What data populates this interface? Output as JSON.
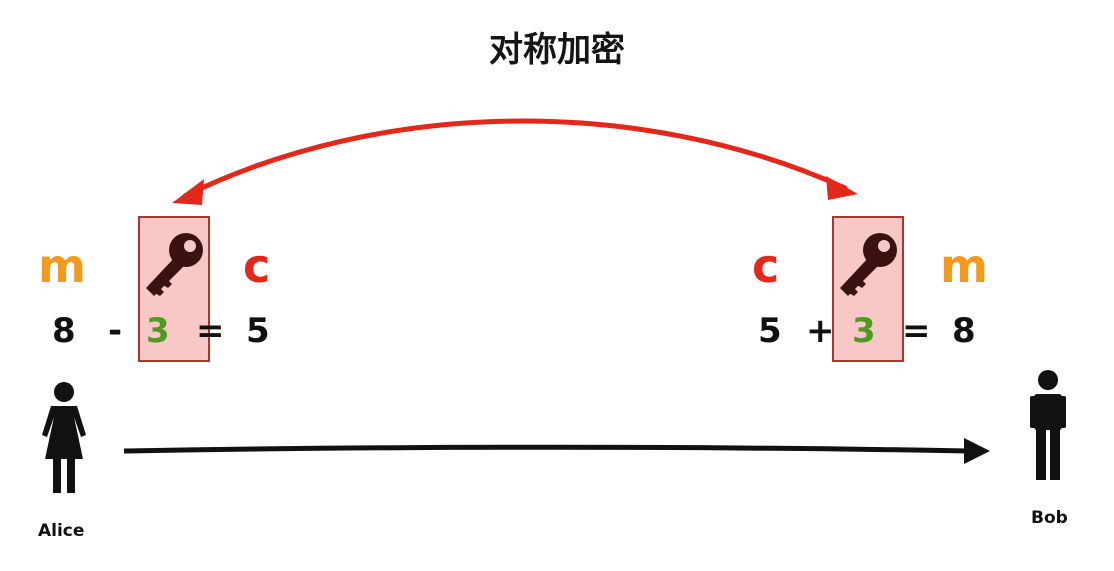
{
  "title": "对称加密",
  "left": {
    "m_label": "m",
    "c_label": "c",
    "equation": [
      "8",
      "-",
      "3",
      "=",
      "5"
    ]
  },
  "right": {
    "c_label": "c",
    "m_label": "m",
    "equation": [
      "5",
      "+",
      "3",
      "=",
      "8"
    ]
  },
  "people": {
    "alice": "Alice",
    "bob": "Bob"
  },
  "colors": {
    "plaintext": "#f39a1c",
    "ciphertext": "#e4271b",
    "key": "#4e9a22",
    "key_box": "#f8c8c6",
    "arrow": "#e4271b"
  },
  "icons": [
    "key-icon",
    "female-person-icon",
    "male-person-icon"
  ]
}
